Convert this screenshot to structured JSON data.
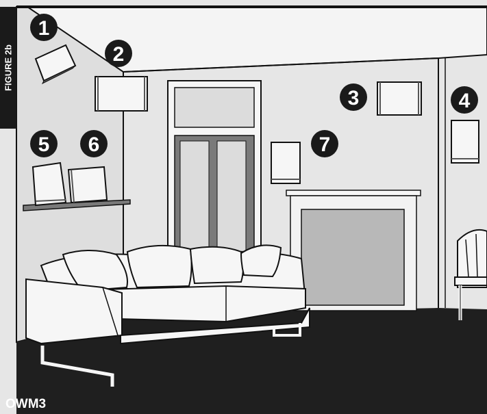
{
  "figure_label": "FIGURE 2b",
  "model_label": "OWM3",
  "callouts": [
    "1",
    "2",
    "3",
    "4",
    "5",
    "6",
    "7"
  ],
  "colors": {
    "wall": "#e6e6e6",
    "floor": "#1f1f1f",
    "outline": "#111111",
    "door_panel": "#dcdcdc",
    "door_frame": "#7a7a7a",
    "fireplace_opening": "#b8b8b8",
    "callout_fill": "#1a1a1a"
  },
  "icons": [
    "speaker-icon",
    "sofa",
    "chair",
    "fireplace",
    "door"
  ]
}
